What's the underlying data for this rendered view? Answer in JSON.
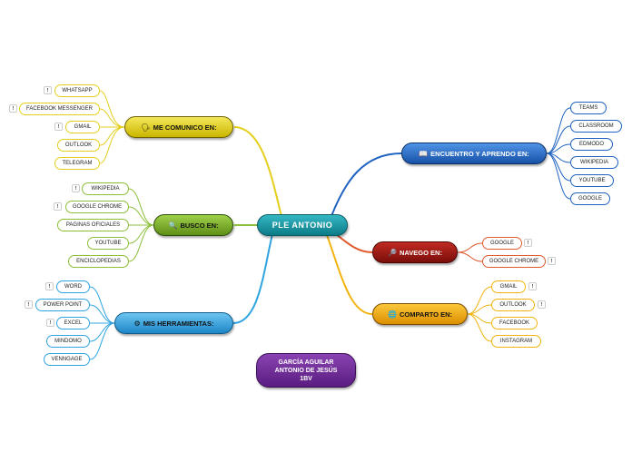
{
  "central": {
    "label": "PLE ANTONIO"
  },
  "author": {
    "line1": "GARCÍA AGUILAR",
    "line2": "ANTONIO DE JESÚS",
    "line3": "1BV"
  },
  "note_mark": "!",
  "branches": {
    "comunico": {
      "label": "ME COMUNICO EN:",
      "icon": "people-talking-icon",
      "items": [
        "WHATSAPP",
        "FACEBOOK MESSENGER",
        "GMAIL",
        "OUTLOOK",
        "TELEGRAM"
      ]
    },
    "busco": {
      "label": "BUSCO EN:",
      "icon": "magnifier-icon",
      "items": [
        "WIKIPEDIA",
        "GOOGLE CHROME",
        "PAGINAS OFICIALES",
        "YOUTUBE",
        "ENCICLOPEDIAS"
      ]
    },
    "herramientas": {
      "label": "MIS HERRAMIENTAS:",
      "icon": "gears-icon",
      "items": [
        "WORD",
        "POWER POINT",
        "EXCEL",
        "MINDOMO",
        "VENNGAGE"
      ]
    },
    "encuentro": {
      "label": "ENCUENTRO Y APRENDO EN:",
      "icon": "open-book-icon",
      "items": [
        "TEAMS",
        "CLASSROOM",
        "EDMODO",
        "WIKIPEDIA",
        "YOUTUBE",
        "GOOGLE"
      ]
    },
    "navego": {
      "label": "NAVEGO EN:",
      "icon": "globe-magnifier-icon",
      "items": [
        "GOOGLE",
        "GOOGLE CHROME"
      ]
    },
    "comparto": {
      "label": "COMPARTO EN:",
      "icon": "globe-icon",
      "items": [
        "GMAIL",
        "OUTLOOK",
        "FACEBOOK",
        "INSTAGRAM"
      ]
    }
  },
  "colors": {
    "comunico": "#e3cf1c",
    "busco": "#8cbf3a",
    "herramientas": "#2fa4e0",
    "encuentro": "#1f62c0",
    "navego": "#e05a2e",
    "comparto": "#f1b40e"
  }
}
